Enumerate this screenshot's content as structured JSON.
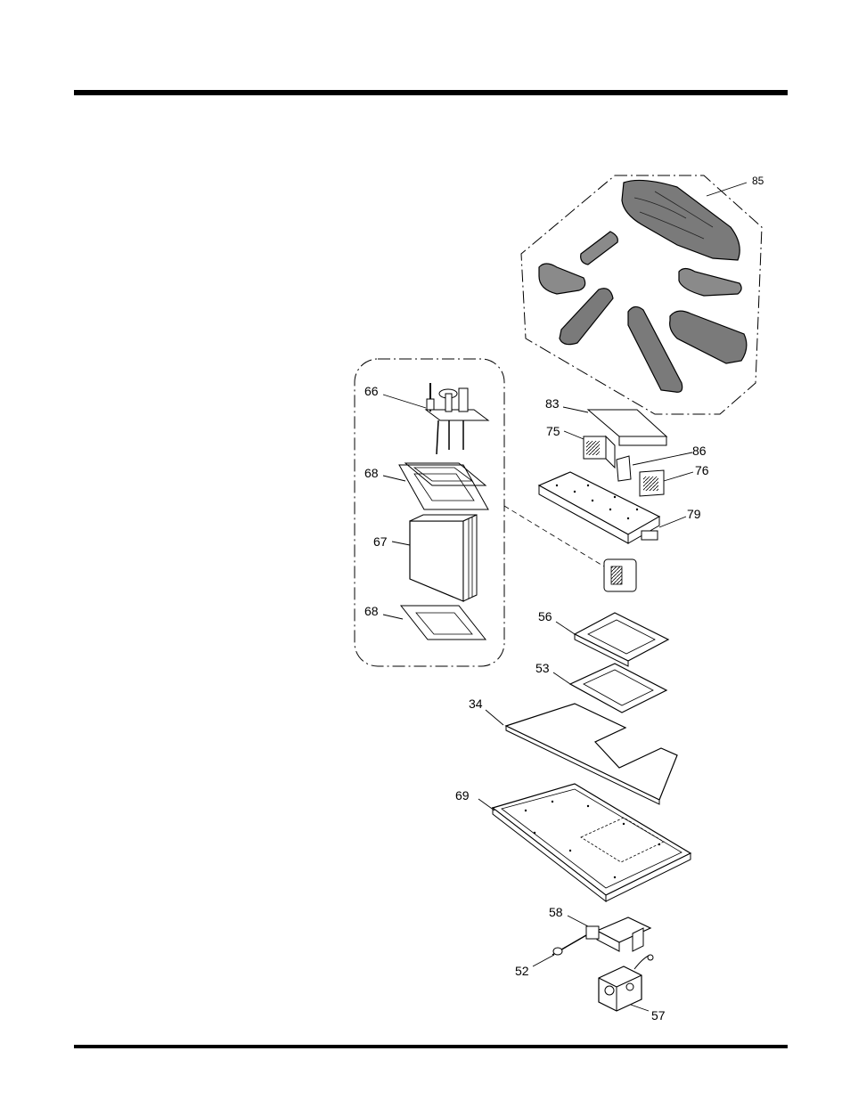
{
  "parts": {
    "log_set": "85",
    "log_support": "83",
    "bracket_left": "75",
    "shield": "86",
    "bracket_right": "76",
    "burner_assembly": "79",
    "pilot_assembly": "66",
    "gasket_upper": "68",
    "pilot_box": "67",
    "gasket_lower": "68",
    "burner_pan": "56",
    "pan_gasket": "53",
    "base_plate": "34",
    "bottom_tray": "69",
    "valve_bracket": "58",
    "igniter": "52",
    "gas_valve": "57"
  },
  "colors": {
    "line": "#000000",
    "fill": "#ffffff",
    "shade": "#555555",
    "log": "#6a6a6a"
  }
}
